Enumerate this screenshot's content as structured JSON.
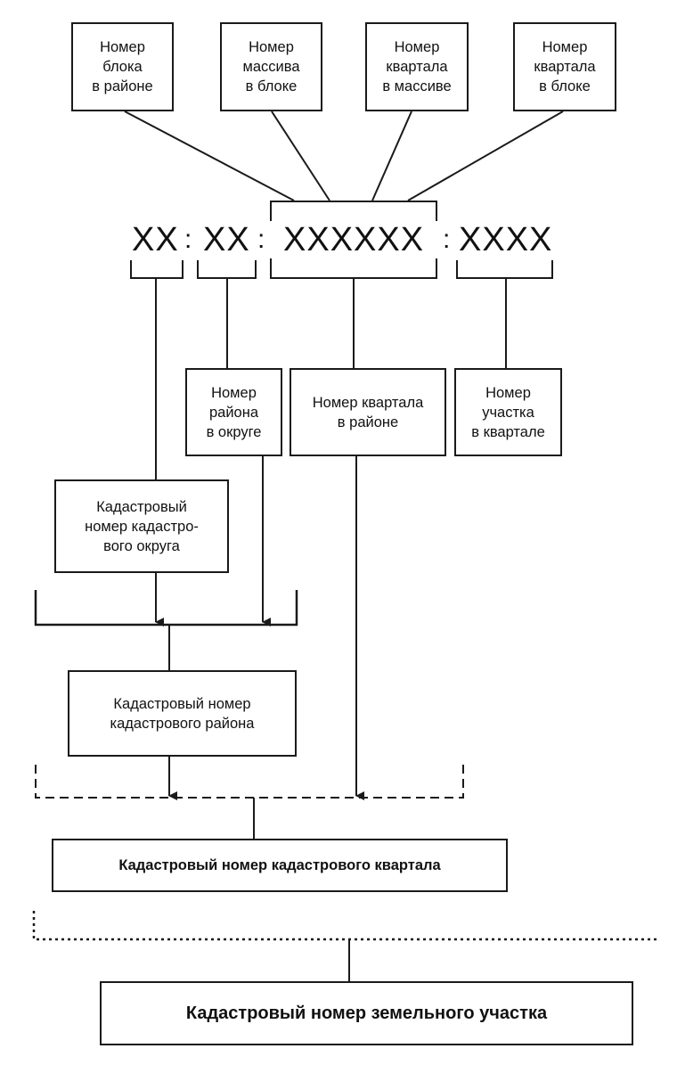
{
  "top_boxes": {
    "block_in_district": "Номер\nблока\nв районе",
    "array_in_block": "Номер\nмассива\nв блоке",
    "quarter_in_array": "Номер\nквартала\nв массиве",
    "quarter_in_block": "Номер\nквартала\nв блоке"
  },
  "code": {
    "seg1": "XX",
    "seg2": "XX",
    "seg3": "XXXXXX",
    "seg4": "XXXX",
    "separator": ":"
  },
  "mid_boxes": {
    "district_in_okrug": "Номер\nрайона\nв округе",
    "quarter_in_district": "Номер квартала\nв районе",
    "parcel_in_quarter": "Номер\nучастка\nв квартале"
  },
  "results": {
    "okrug_number": "Кадастровый\nномер кадастро-\nвого округа",
    "district_number": "Кадастровый номер\nкадастрового района",
    "quarter_number": "Кадастровый номер кадастрового квартала",
    "parcel_number": "Кадастровый номер земельного участка"
  }
}
